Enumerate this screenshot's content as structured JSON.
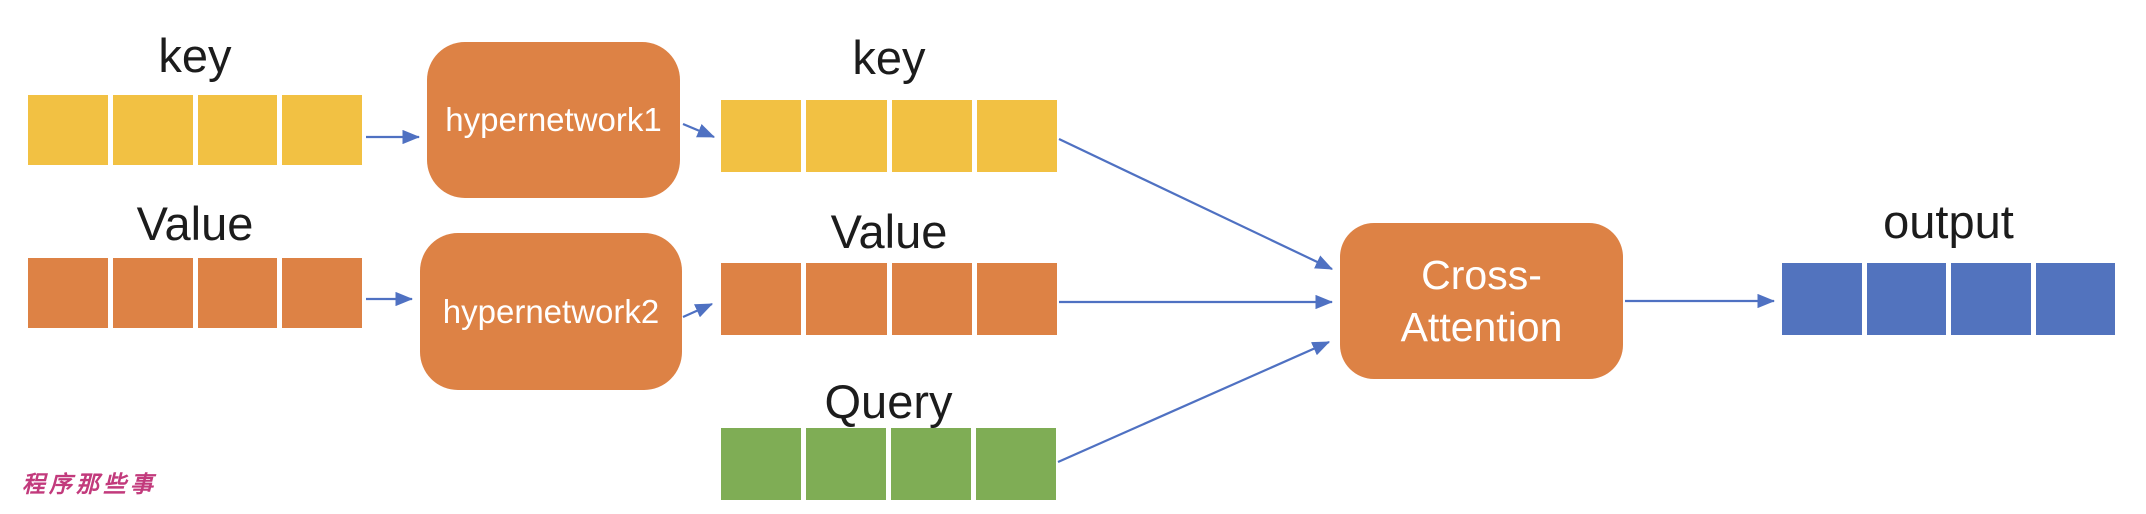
{
  "colors": {
    "yellow": "#F2C143",
    "orange": "#DD8245",
    "green": "#7FAD55",
    "blue": "#5273BE",
    "arrow": "#4F71C2",
    "label": "#1C1C1C",
    "box-text": "#FFFFFF",
    "watermark": "#C23A7C"
  },
  "bars": {
    "segment_count": 4
  },
  "nodes": {
    "key_input": {
      "label": "key"
    },
    "value_input": {
      "label": "Value"
    },
    "hypernetwork1": {
      "label": "hypernetwork1"
    },
    "hypernetwork2": {
      "label": "hypernetwork2"
    },
    "key_transformed": {
      "label": "key"
    },
    "value_transformed": {
      "label": "Value"
    },
    "query": {
      "label": "Query"
    },
    "cross_attention": {
      "label_line1": "Cross-",
      "label_line2": "Attention"
    },
    "output": {
      "label": "output"
    }
  },
  "watermark": {
    "text": "程序那些事"
  }
}
